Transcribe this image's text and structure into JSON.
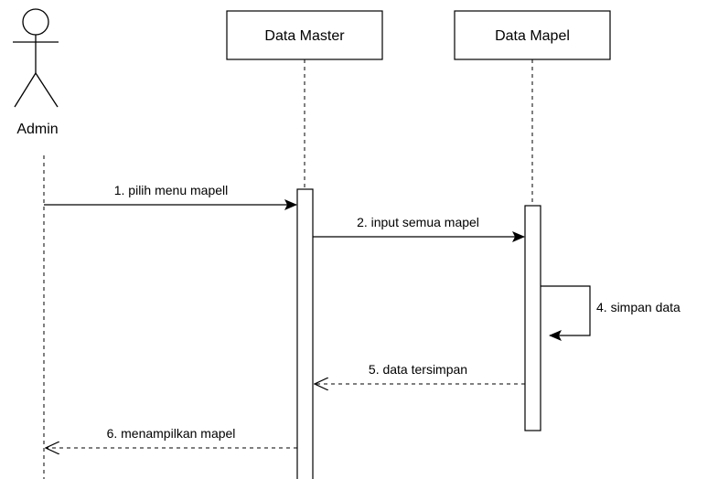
{
  "diagram": {
    "type": "sequence",
    "participants": [
      {
        "id": "admin",
        "label": "Admin",
        "kind": "actor"
      },
      {
        "id": "data_master",
        "label": "Data Master",
        "kind": "object"
      },
      {
        "id": "data_mapel",
        "label": "Data Mapel",
        "kind": "object"
      }
    ],
    "messages": [
      {
        "label": "1. pilih menu mapell",
        "from": "admin",
        "to": "data_master",
        "style": "solid"
      },
      {
        "label": "2. input semua mapel",
        "from": "data_master",
        "to": "data_mapel",
        "style": "solid"
      },
      {
        "label": "4. simpan data",
        "from": "data_mapel",
        "to": "data_mapel",
        "style": "self"
      },
      {
        "label": "5. data tersimpan",
        "from": "data_mapel",
        "to": "data_master",
        "style": "dashed-return"
      },
      {
        "label": "6. menampilkan mapel",
        "from": "data_master",
        "to": "admin",
        "style": "dashed-return"
      }
    ],
    "colors": {
      "stroke": "#000000",
      "lifeline": "#000000",
      "background": "#ffffff"
    }
  }
}
